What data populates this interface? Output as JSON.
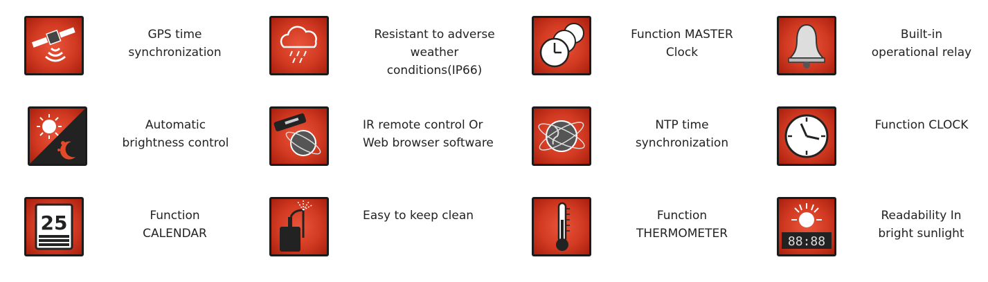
{
  "features": [
    {
      "icon": "satellite-icon",
      "label": "GPS time\nsynchronization"
    },
    {
      "icon": "rain-cloud-icon",
      "label": "Resistant to adverse\nweather\nconditions(IP66)"
    },
    {
      "icon": "master-clocks-icon",
      "label": "Function MASTER\nClock"
    },
    {
      "icon": "bell-icon",
      "label": "Built-in\noperational relay"
    },
    {
      "icon": "sun-moon-icon",
      "label": "Automatic\nbrightness control"
    },
    {
      "icon": "remote-globe-icon",
      "label": "IR remote control Or\nWeb browser software"
    },
    {
      "icon": "globe-orbit-icon",
      "label": "NTP time\nsynchronization"
    },
    {
      "icon": "clock-icon",
      "label": "Function CLOCK"
    },
    {
      "icon": "calendar-icon",
      "label": "Function\nCALENDAR",
      "calendar_day": "25"
    },
    {
      "icon": "pressure-washer-icon",
      "label": "Easy to keep clean"
    },
    {
      "icon": "thermometer-icon",
      "label": "Function\nTHERMOMETER"
    },
    {
      "icon": "sun-display-icon",
      "label": "Readability In\nbright sunlight",
      "display_text": "88:88"
    }
  ]
}
